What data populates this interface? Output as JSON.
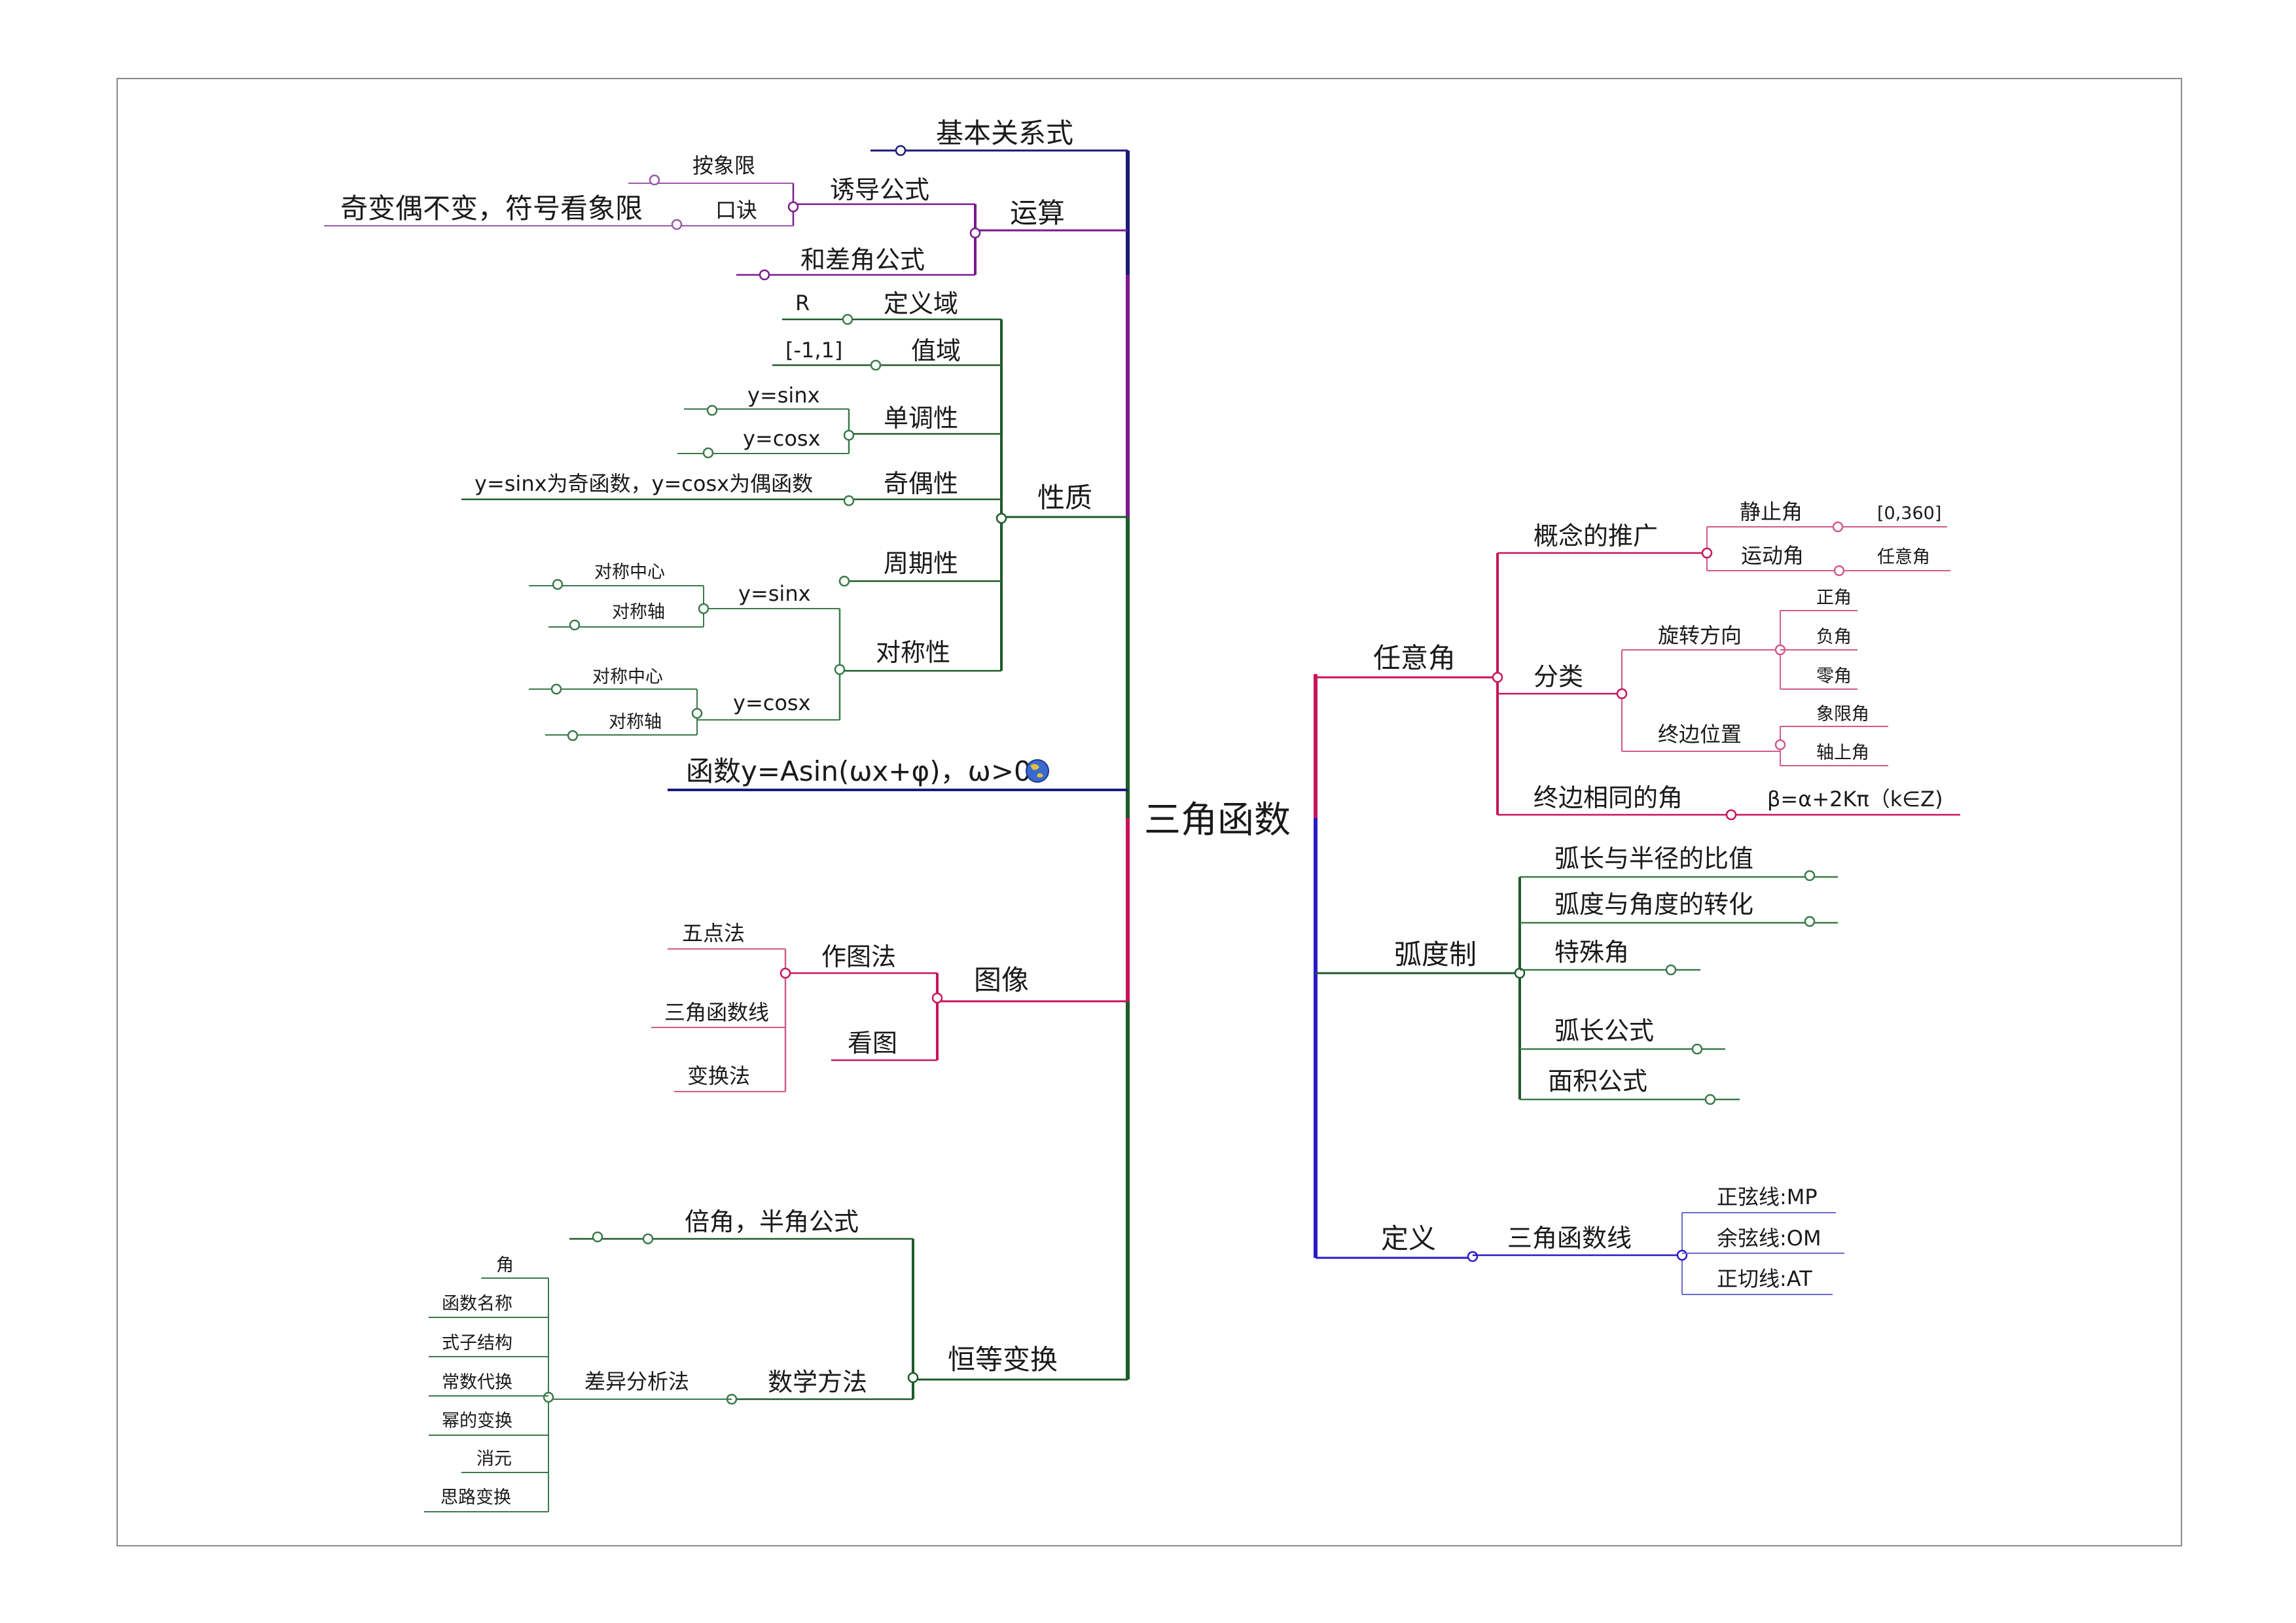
{
  "root": "三角函数",
  "colors": {
    "navy": "#1a1a7a",
    "purple": "#7a1a8c",
    "magenta": "#c8145a",
    "green": "#1e5a2a",
    "blue": "#2a1ac8",
    "light_purple": "#9a5aa8",
    "pink": "#d05a8a",
    "light_green": "#3a7a4a",
    "light_blue": "#6a6ad0"
  },
  "left": {
    "basic_relation": "基本关系式",
    "operations": {
      "label": "运算",
      "induction": {
        "label": "诱导公式",
        "by_quadrant": "按象限",
        "rhyme": "口诀",
        "rhyme_text": "奇变偶不变，符号看象限"
      },
      "sum_diff": "和差角公式"
    },
    "properties": {
      "label": "性质",
      "domain": {
        "label": "定义域",
        "value": "R"
      },
      "range": {
        "label": "值域",
        "value": "[-1,1]"
      },
      "monotonicity": {
        "label": "单调性",
        "items": [
          "y=sinx",
          "y=cosx"
        ]
      },
      "parity": {
        "label": "奇偶性",
        "value": "y=sinx为奇函数，y=cosx为偶函数"
      },
      "period": "周期性",
      "symmetry": {
        "label": "对称性",
        "sin": {
          "label": "y=sinx",
          "items": [
            "对称中心",
            "对称轴"
          ]
        },
        "cos": {
          "label": "y=cosx",
          "items": [
            "对称中心",
            "对称轴"
          ]
        }
      }
    },
    "general_function": "函数y=Asin(ωx+φ)，ω>0",
    "image": {
      "label": "图像",
      "plotting": {
        "label": "作图法",
        "items": [
          "五点法",
          "三角函数线",
          "变换法"
        ]
      },
      "reading": "看图"
    },
    "identity": {
      "label": "恒等变换",
      "double_half": "倍角，半角公式",
      "math_methods": {
        "label": "数学方法",
        "difference_analysis": {
          "label": "差异分析法",
          "items": [
            "角",
            "函数名称",
            "式子结构",
            "常数代换",
            "幂的变换",
            "消元",
            "思路变换"
          ]
        }
      }
    }
  },
  "right": {
    "any_angle": {
      "label": "任意角",
      "generalization": {
        "label": "概念的推广",
        "static": {
          "label": "静止角",
          "value": "[0,360]"
        },
        "moving": {
          "label": "运动角",
          "value": "任意角"
        }
      },
      "classification": {
        "label": "分类",
        "rotation": {
          "label": "旋转方向",
          "items": [
            "正角",
            "负角",
            "零角"
          ]
        },
        "terminal": {
          "label": "终边位置",
          "items": [
            "象限角",
            "轴上角"
          ]
        }
      },
      "coterminal": {
        "label": "终边相同的角",
        "value": "β=α+2Kπ（k∈Z)"
      }
    },
    "radian": {
      "label": "弧度制",
      "items": [
        "弧长与半径的比值",
        "弧度与角度的转化",
        "特殊角",
        "弧长公式",
        "面积公式"
      ]
    },
    "definition": {
      "label": "定义",
      "trig_lines": {
        "label": "三角函数线",
        "items": [
          "正弦线:MP",
          "余弦线:OM",
          "正切线:AT"
        ]
      }
    }
  }
}
